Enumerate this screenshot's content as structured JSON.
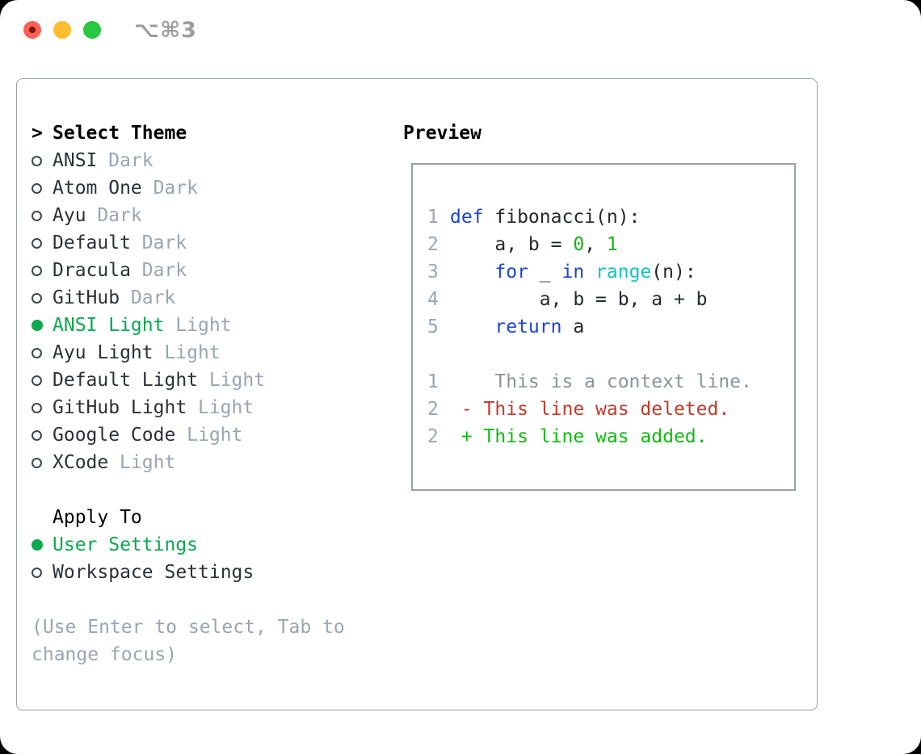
{
  "window": {
    "titlebar": {
      "shortcut": "⌥⌘3",
      "traffic_lights": [
        "close",
        "minimize",
        "zoom"
      ]
    }
  },
  "theme_picker": {
    "header": {
      "prompt": ">",
      "label": "Select Theme"
    },
    "themes": [
      {
        "name": "ANSI",
        "variant": "Dark",
        "selected": false
      },
      {
        "name": "Atom One",
        "variant": "Dark",
        "selected": false
      },
      {
        "name": "Ayu",
        "variant": "Dark",
        "selected": false
      },
      {
        "name": "Default",
        "variant": "Dark",
        "selected": false
      },
      {
        "name": "Dracula",
        "variant": "Dark",
        "selected": false
      },
      {
        "name": "GitHub",
        "variant": "Dark",
        "selected": false
      },
      {
        "name": "ANSI Light",
        "variant": "Light",
        "selected": true
      },
      {
        "name": "Ayu Light",
        "variant": "Light",
        "selected": false
      },
      {
        "name": "Default Light",
        "variant": "Light",
        "selected": false
      },
      {
        "name": "GitHub Light",
        "variant": "Light",
        "selected": false
      },
      {
        "name": "Google Code",
        "variant": "Light",
        "selected": false
      },
      {
        "name": "XCode",
        "variant": "Light",
        "selected": false
      }
    ],
    "apply_to": {
      "label": "Apply To",
      "options": [
        {
          "label": "User Settings",
          "selected": true
        },
        {
          "label": "Workspace Settings",
          "selected": false
        }
      ]
    },
    "help_lines": [
      "(Use Enter to select, Tab to",
      "change focus)"
    ]
  },
  "preview": {
    "title": "Preview",
    "code": [
      {
        "num": "1",
        "parts": [
          [
            "kw",
            "def"
          ],
          [
            "code",
            " fibonacci(n):"
          ]
        ]
      },
      {
        "num": "2",
        "parts": [
          [
            "code",
            "    a, b = "
          ],
          [
            "lit",
            "0"
          ],
          [
            "code",
            ", "
          ],
          [
            "lit",
            "1"
          ]
        ]
      },
      {
        "num": "3",
        "parts": [
          [
            "code",
            "    "
          ],
          [
            "kw",
            "for"
          ],
          [
            "code",
            " _ "
          ],
          [
            "kw",
            "in"
          ],
          [
            "code",
            " "
          ],
          [
            "builtin",
            "range"
          ],
          [
            "code",
            "(n):"
          ]
        ]
      },
      {
        "num": "4",
        "parts": [
          [
            "code",
            "        a, b = b, a + b"
          ]
        ]
      },
      {
        "num": "5",
        "parts": [
          [
            "code",
            "    "
          ],
          [
            "kw",
            "return"
          ],
          [
            "code",
            " a"
          ]
        ]
      }
    ],
    "diff": [
      {
        "num": "1",
        "parts": [
          [
            "ctx",
            "    This is a context line."
          ]
        ]
      },
      {
        "num": "2",
        "parts": [
          [
            "del",
            " - This line was deleted."
          ]
        ]
      },
      {
        "num": "2",
        "parts": [
          [
            "add",
            " + This line was added."
          ]
        ]
      }
    ]
  },
  "colors": {
    "keyword_blue": "#1c44d3",
    "literal_green": "#16b316",
    "builtin_cyan": "#15c3c6",
    "deleted_red": "#c23a2b",
    "added_green": "#0fbb0f",
    "context_gray": "#8b949d",
    "muted_gray": "#9aa5b3",
    "item_text": "#2b3137",
    "code_text": "#24292e",
    "border_gray": "#97a1ac",
    "selected_green": "#0ba84f",
    "traffic_red": "#ff5f57",
    "traffic_yellow": "#febc2e",
    "traffic_green": "#28c840"
  }
}
